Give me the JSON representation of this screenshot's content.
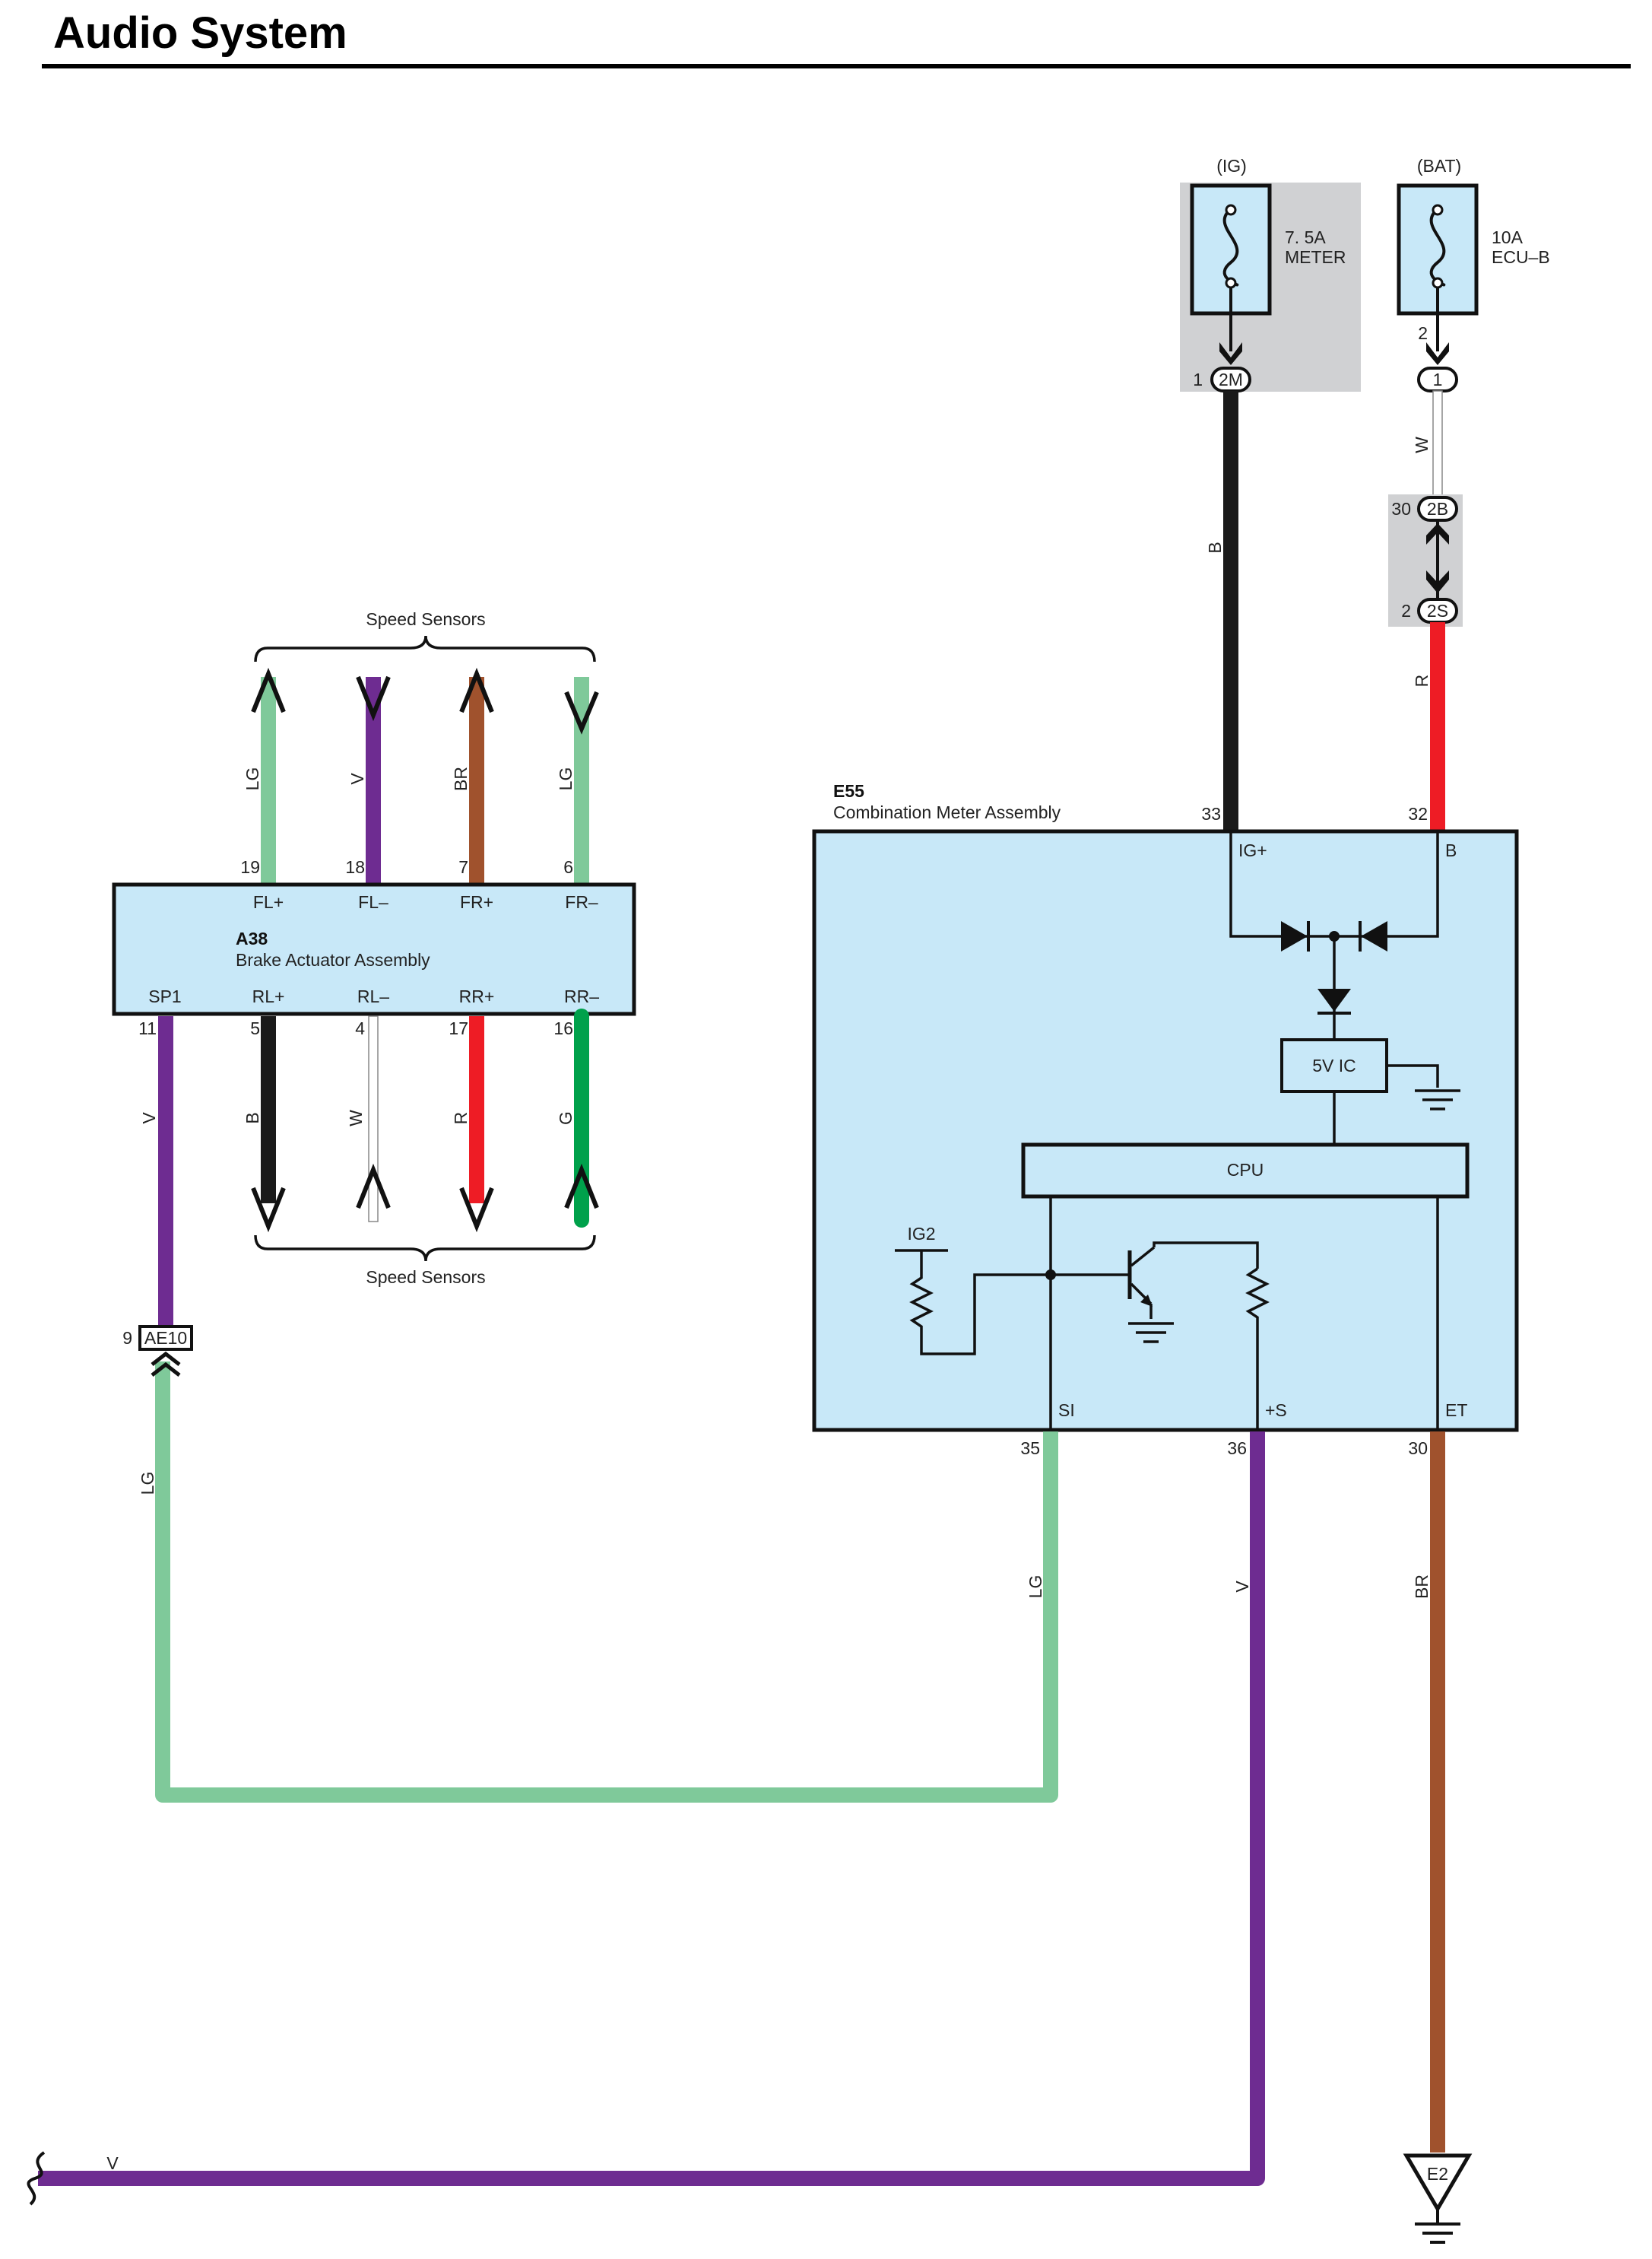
{
  "title": "Audio System",
  "colors": {
    "LG": "#7fc99a",
    "V": "#6e2c91",
    "BR": "#a0522d",
    "B": "#1a1a1a",
    "R": "#ee1c25",
    "G": "#00a14b",
    "W": "#ffffff",
    "component_fill": "#c8e8f8",
    "connector_shade": "#d0d1d3"
  },
  "fuses": [
    {
      "source": "(IG)",
      "rating": "7. 5A",
      "name": "METER",
      "pin": "1",
      "connector": "2M",
      "wire": "B"
    },
    {
      "source": "(BAT)",
      "rating": "10A",
      "name": "ECU–B",
      "pin": "2",
      "connector": "1",
      "wire": "W"
    }
  ],
  "junction_connectors": [
    {
      "pin": "30",
      "id": "2B"
    },
    {
      "pin": "2",
      "id": "2S",
      "wire": "R"
    }
  ],
  "combination_meter": {
    "code": "E55",
    "name": "Combination Meter Assembly",
    "top_pins": [
      {
        "num": "33",
        "label": "IG+"
      },
      {
        "num": "32",
        "label": "B"
      }
    ],
    "bottom_pins": [
      {
        "num": "35",
        "label": "SI",
        "wire": "LG"
      },
      {
        "num": "36",
        "label": "+S",
        "wire": "V"
      },
      {
        "num": "30",
        "label": "ET",
        "wire": "BR"
      }
    ],
    "ic_label": "5V IC",
    "cpu_label": "CPU",
    "ig2_label": "IG2"
  },
  "brake_actuator": {
    "code": "A38",
    "name": "Brake Actuator Assembly",
    "top_group_label": "Speed Sensors",
    "bottom_group_label": "Speed Sensors",
    "top_pins": [
      {
        "num": "19",
        "label": "FL+",
        "wire": "LG"
      },
      {
        "num": "18",
        "label": "FL–",
        "wire": "V"
      },
      {
        "num": "7",
        "label": "FR+",
        "wire": "BR"
      },
      {
        "num": "6",
        "label": "FR–",
        "wire": "LG"
      }
    ],
    "bottom_pins": [
      {
        "num": "11",
        "label": "SP1",
        "wire": "V"
      },
      {
        "num": "5",
        "label": "RL+",
        "wire": "B"
      },
      {
        "num": "4",
        "label": "RL–",
        "wire": "W"
      },
      {
        "num": "17",
        "label": "RR+",
        "wire": "R"
      },
      {
        "num": "16",
        "label": "RR–",
        "wire": "G"
      }
    ]
  },
  "inline_connector": {
    "pin": "9",
    "id": "AE10",
    "wire_below": "LG"
  },
  "ground": {
    "id": "E2"
  },
  "offpage_wire": {
    "label": "V"
  }
}
